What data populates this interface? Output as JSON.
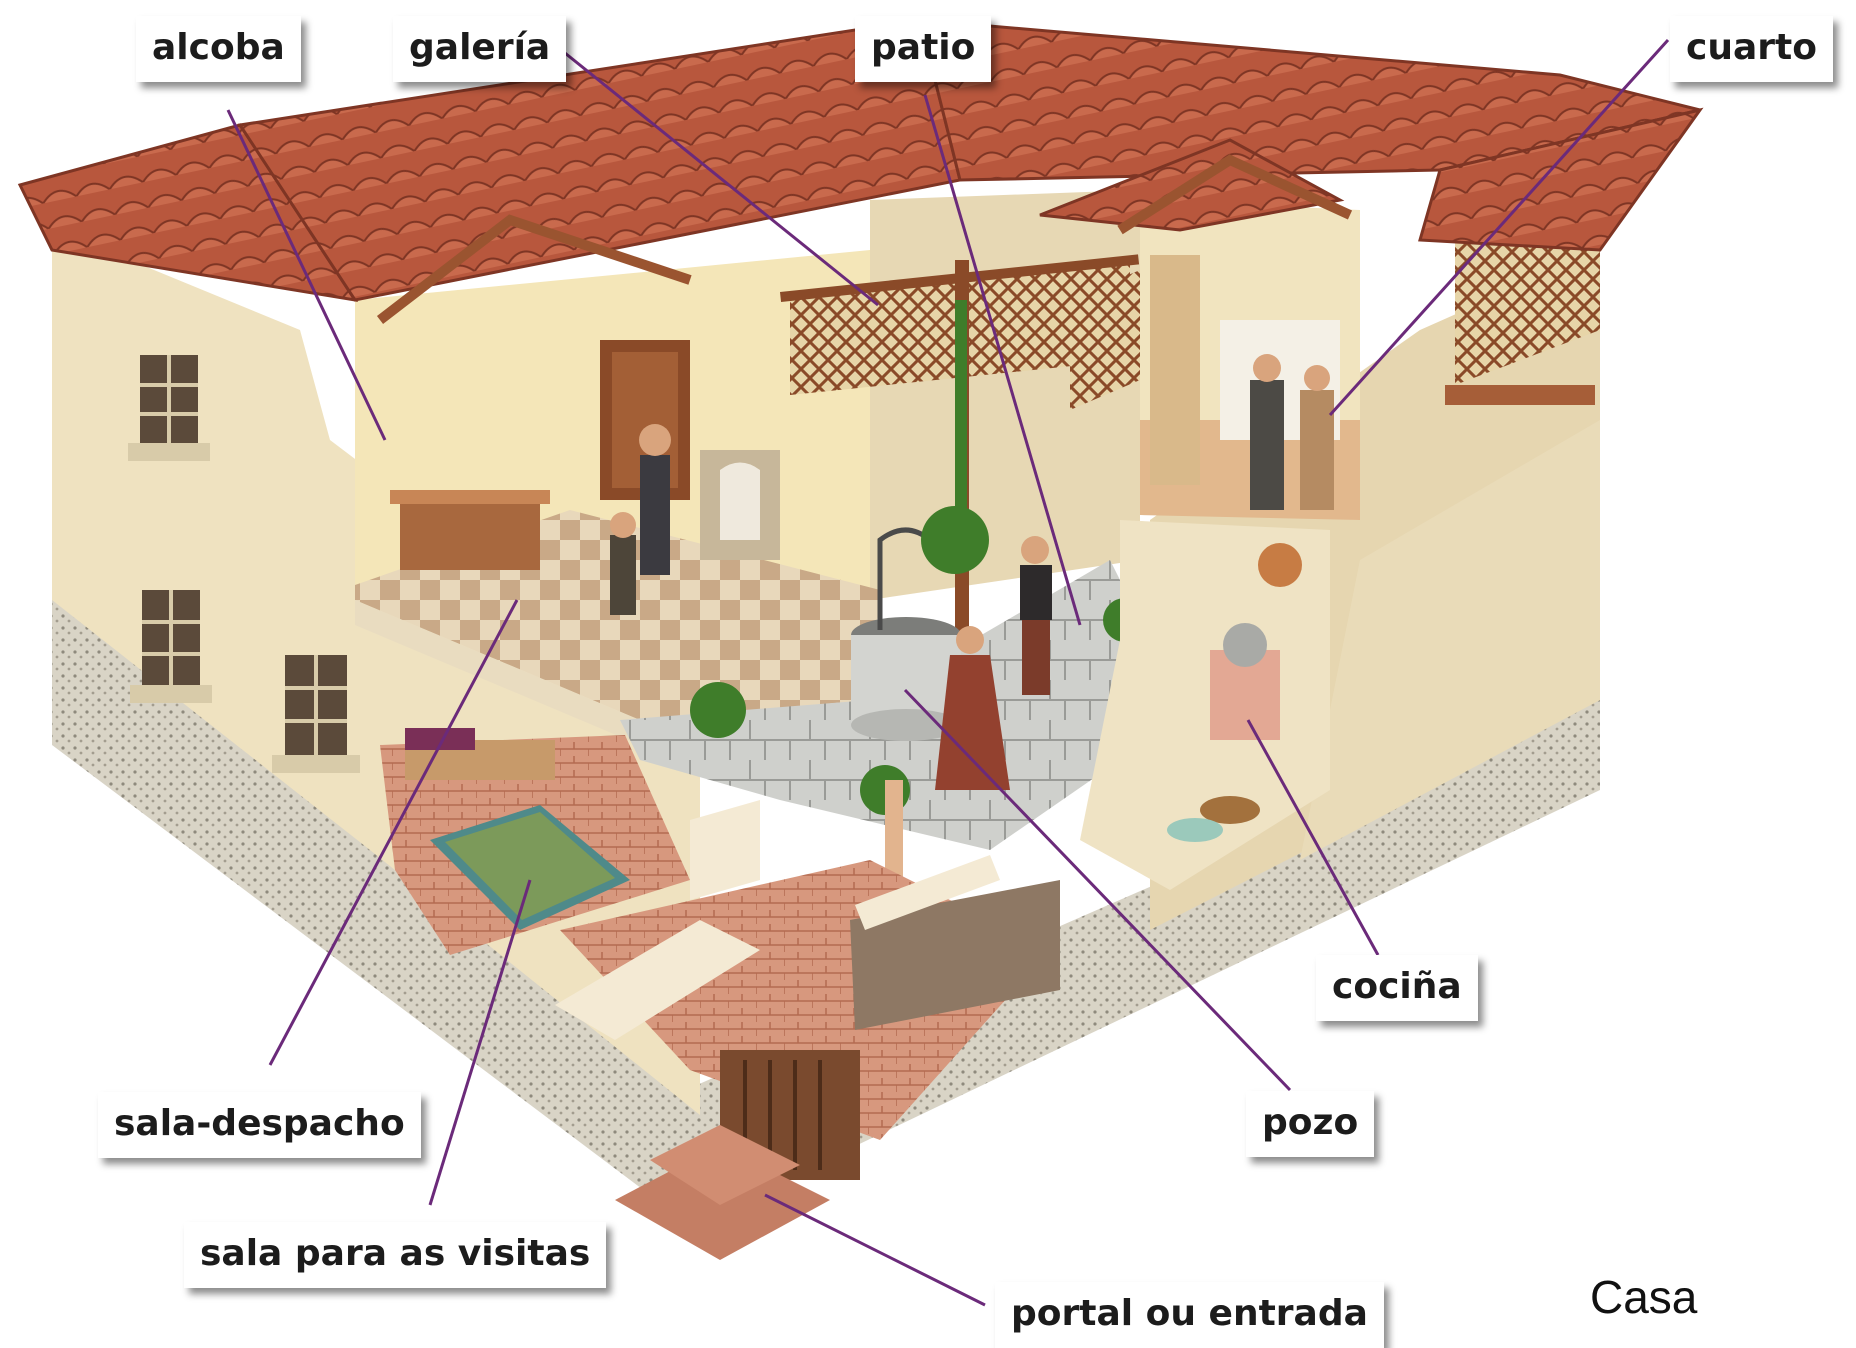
{
  "labels": {
    "alcoba": "alcoba",
    "galeria": "galería",
    "patio": "patio",
    "cuarto": "cuarto",
    "cocina": "cociña",
    "pozo": "pozo",
    "sala_despacho": "sala-despacho",
    "sala_visitas": "sala para as visitas",
    "portal": "portal ou entrada"
  },
  "caption": "Casa",
  "colors": {
    "leader_line": "#6b2a7a",
    "roof": "#b5533a",
    "wall": "#efe2c0",
    "floor": "#d4d4d0",
    "wood": "#8a4a28"
  }
}
